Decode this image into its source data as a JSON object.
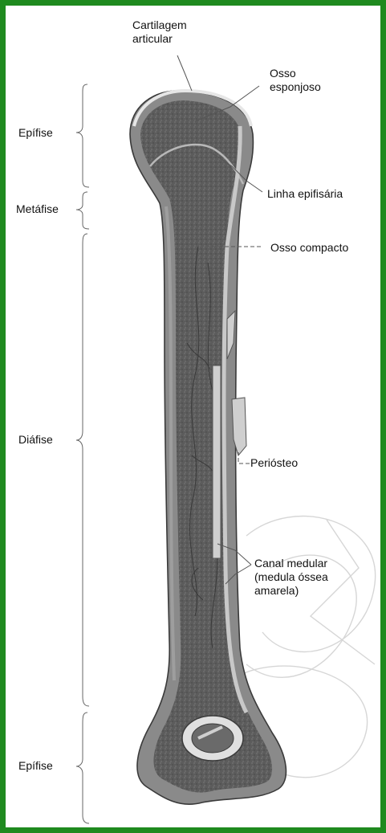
{
  "colors": {
    "frame": "#1f8a1f",
    "bone_dark": "#5f5f5f",
    "bone_mid": "#8a8a8a",
    "bone_light": "#bdbdbd",
    "cartilage": "#e6e6e6",
    "leader": "#555555"
  },
  "labels": {
    "cartilagem_articular": "Cartilagem articular",
    "osso_esponjoso": "Osso esponjoso",
    "linha_epifisaria": "Linha epifisária",
    "osso_compacto": "Osso compacto",
    "periosteo": "Periósteo",
    "canal_medular": "Canal medular (medula óssea amarela)",
    "epifise_top": "Epífise",
    "metafise": "Metáfise",
    "diafise": "Diáfise",
    "epifise_bottom": "Epífise"
  }
}
